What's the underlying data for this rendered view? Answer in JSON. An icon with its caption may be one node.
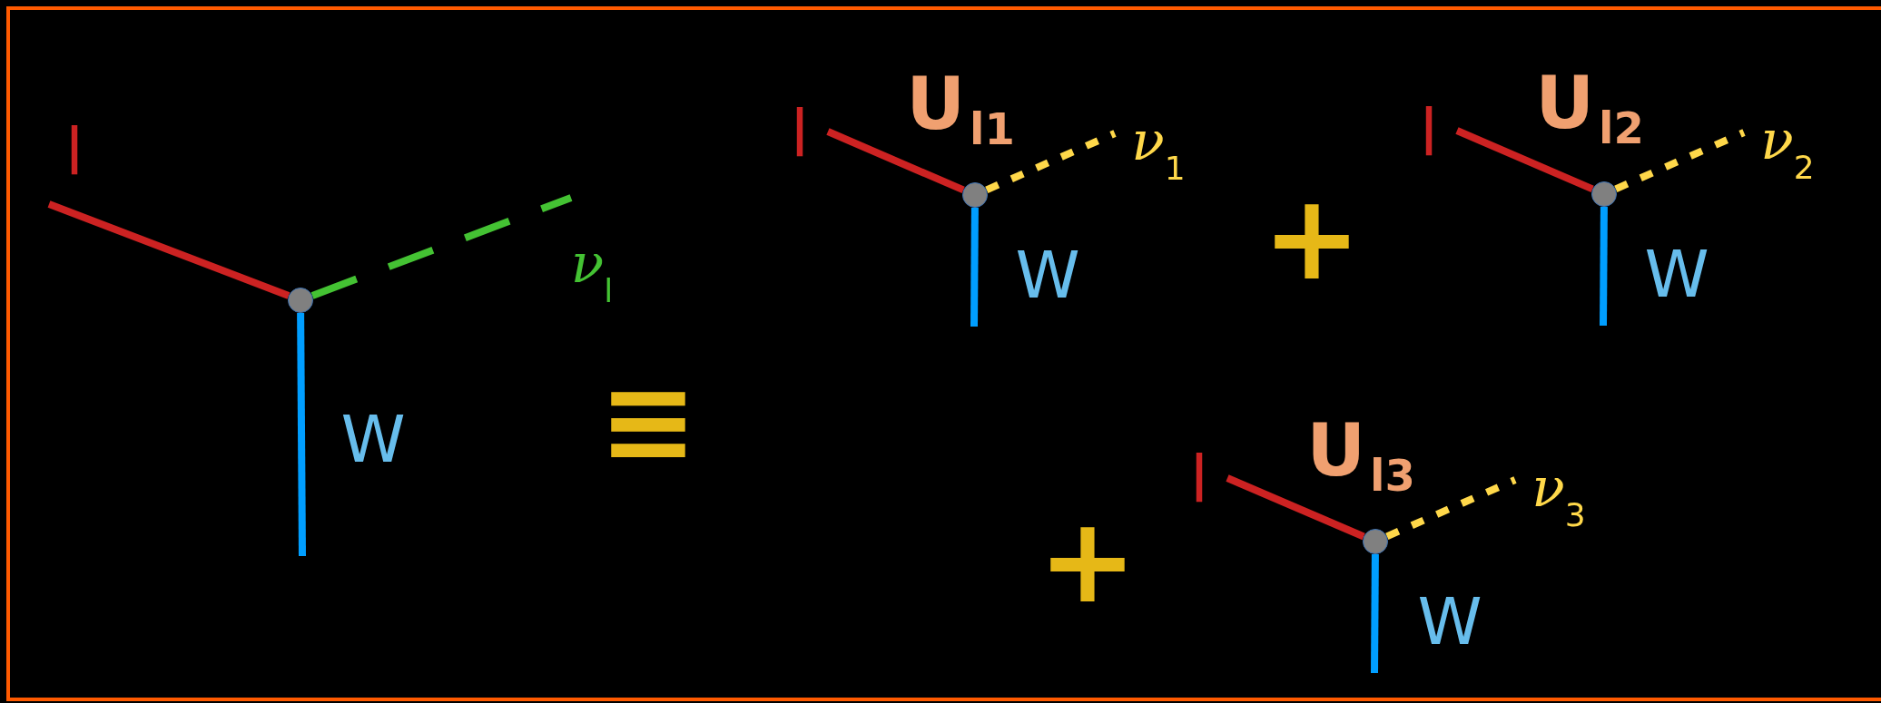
{
  "diagram": {
    "nodes": [
      {
        "text": [],
        "shape": "circle"
      },
      {
        "text": [],
        "shape": "circle"
      },
      {
        "text": [],
        "shape": "circle"
      },
      {
        "text": [],
        "shape": "circle"
      }
    ],
    "edges": [
      {
        "from": 0,
        "to": null,
        "arrow": "none",
        "color": "#cc2222"
      },
      {
        "from": 0,
        "to": null,
        "arrow": "none",
        "style": "dashed",
        "color": "#44c233"
      },
      {
        "from": 0,
        "to": null,
        "arrow": "none",
        "color": "#009eff"
      },
      {
        "from": 1,
        "to": null,
        "arrow": "none",
        "color": "#cc2222"
      },
      {
        "from": 1,
        "to": null,
        "arrow": "none",
        "style": "dashed",
        "color": "#ffd84a"
      },
      {
        "from": 1,
        "to": null,
        "arrow": "none",
        "color": "#009eff"
      },
      {
        "from": 2,
        "to": null,
        "arrow": "none",
        "color": "#cc2222"
      },
      {
        "from": 2,
        "to": null,
        "arrow": "none",
        "style": "dashed",
        "color": "#ffd84a"
      },
      {
        "from": 2,
        "to": null,
        "arrow": "none",
        "color": "#009eff"
      },
      {
        "from": 3,
        "to": null,
        "arrow": "none",
        "color": "#cc2222"
      },
      {
        "from": 3,
        "to": null,
        "arrow": "none",
        "style": "dashed",
        "color": "#ffd84a"
      },
      {
        "from": 3,
        "to": null,
        "arrow": "none",
        "color": "#009eff"
      }
    ],
    "labels": [
      "l",
      "ν$_{l}$",
      "W",
      "≡",
      "l",
      "U$_{l1}$",
      "ν$_{1}$",
      "W",
      "+",
      "l",
      "U$_{l2}$",
      "ν$_{2}$",
      "W",
      "+",
      "l",
      "U$_{l3}$",
      "ν$_{3}$",
      "W"
    ]
  }
}
